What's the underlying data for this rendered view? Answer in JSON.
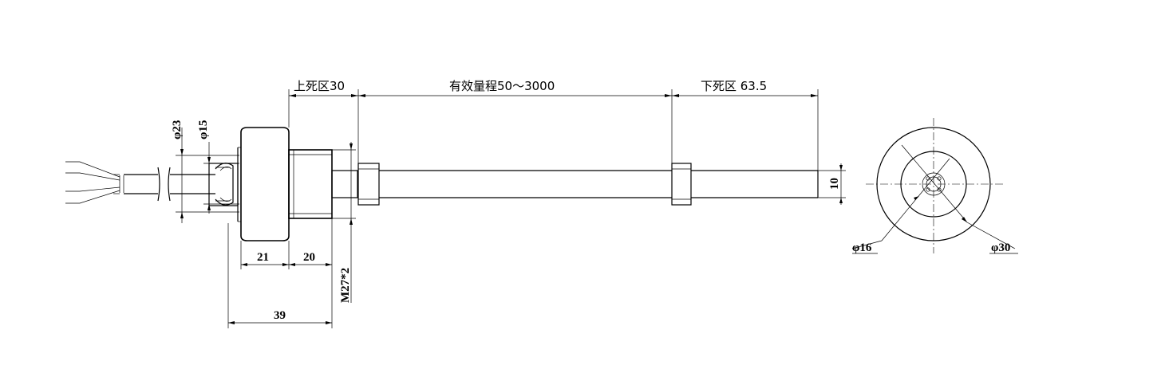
{
  "labels": {
    "upper_dead_zone": "上死区30",
    "effective_range": "有效量程50～3000",
    "lower_dead_zone": "下死区 63.5",
    "dia23": "φ23",
    "dia15": "φ15",
    "dim21": "21",
    "dim20": "20",
    "dim39": "39",
    "thread": "M27*2",
    "rod_dia": "10",
    "dia16": "φ16",
    "dia30": "φ30"
  }
}
